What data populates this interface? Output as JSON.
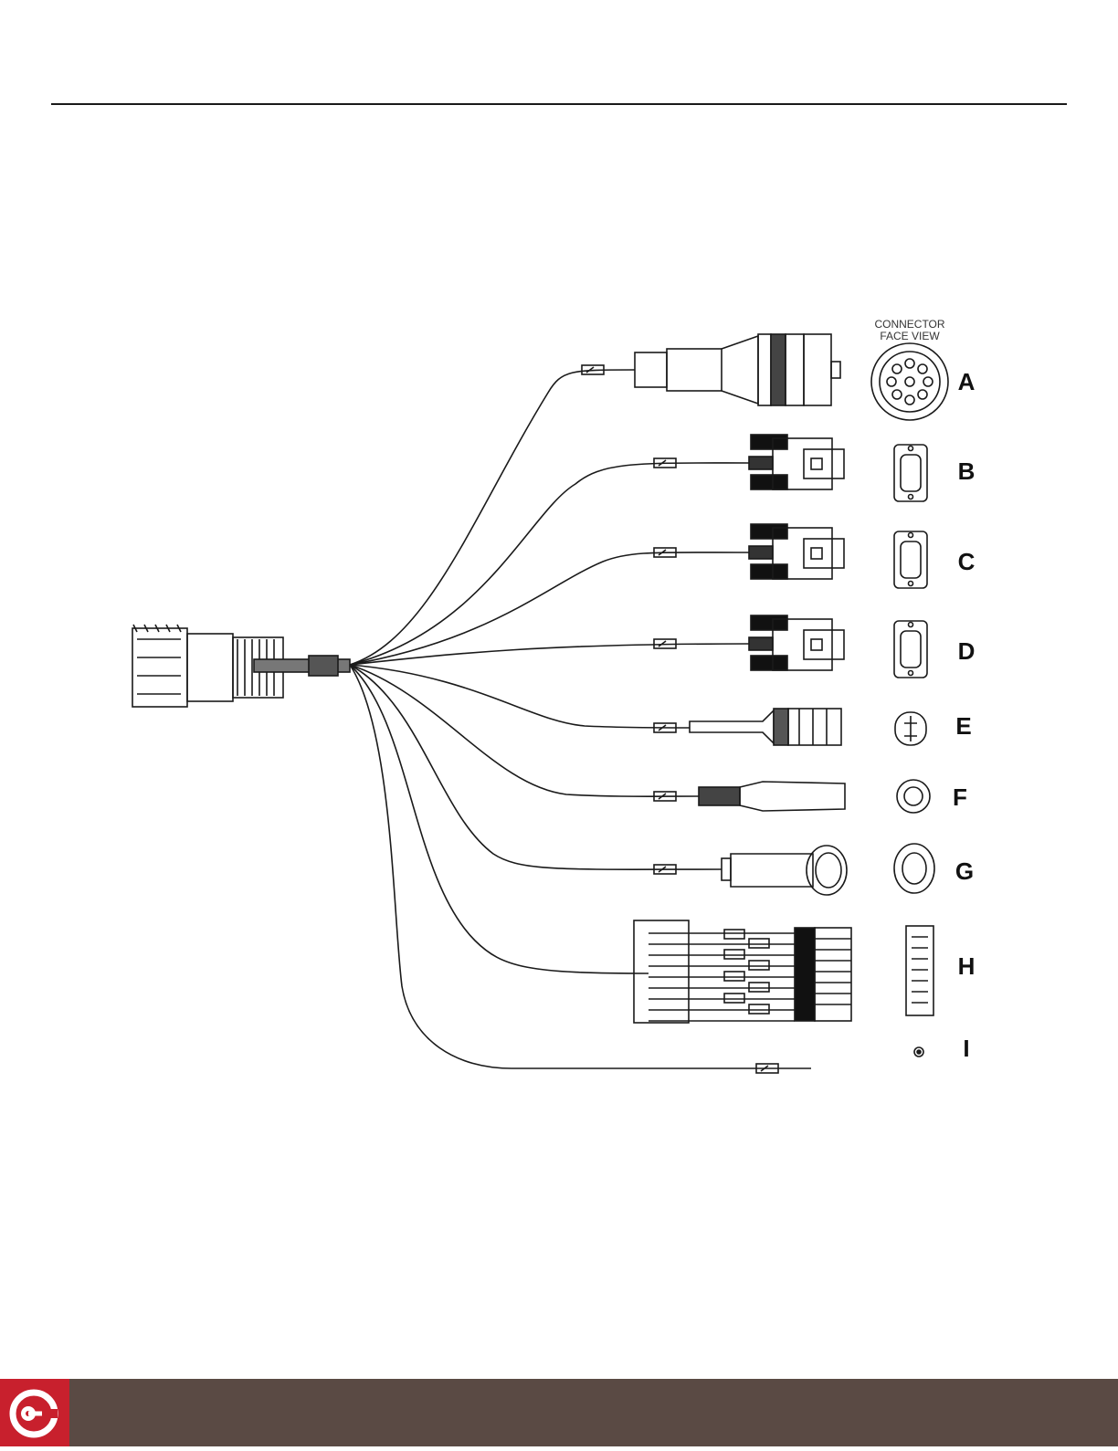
{
  "diagram": {
    "face_view_label": [
      "CONNECTOR",
      "FACE VIEW"
    ],
    "connectors": [
      {
        "id": "A",
        "type": "circular-multipin"
      },
      {
        "id": "B",
        "type": "dsub-9"
      },
      {
        "id": "C",
        "type": "dsub-9"
      },
      {
        "id": "D",
        "type": "dsub-9"
      },
      {
        "id": "E",
        "type": "2-pin-sealed"
      },
      {
        "id": "F",
        "type": "round-barrel"
      },
      {
        "id": "G",
        "type": "ring-sensor"
      },
      {
        "id": "H",
        "type": "terminal-block"
      },
      {
        "id": "I",
        "type": "single-wire"
      }
    ]
  },
  "footer": {
    "background": "#5a4a44",
    "logo_color": "#c8202d",
    "logo_icon": "circular-brand-logo"
  },
  "colors": {
    "line": "#1a1a1a"
  }
}
